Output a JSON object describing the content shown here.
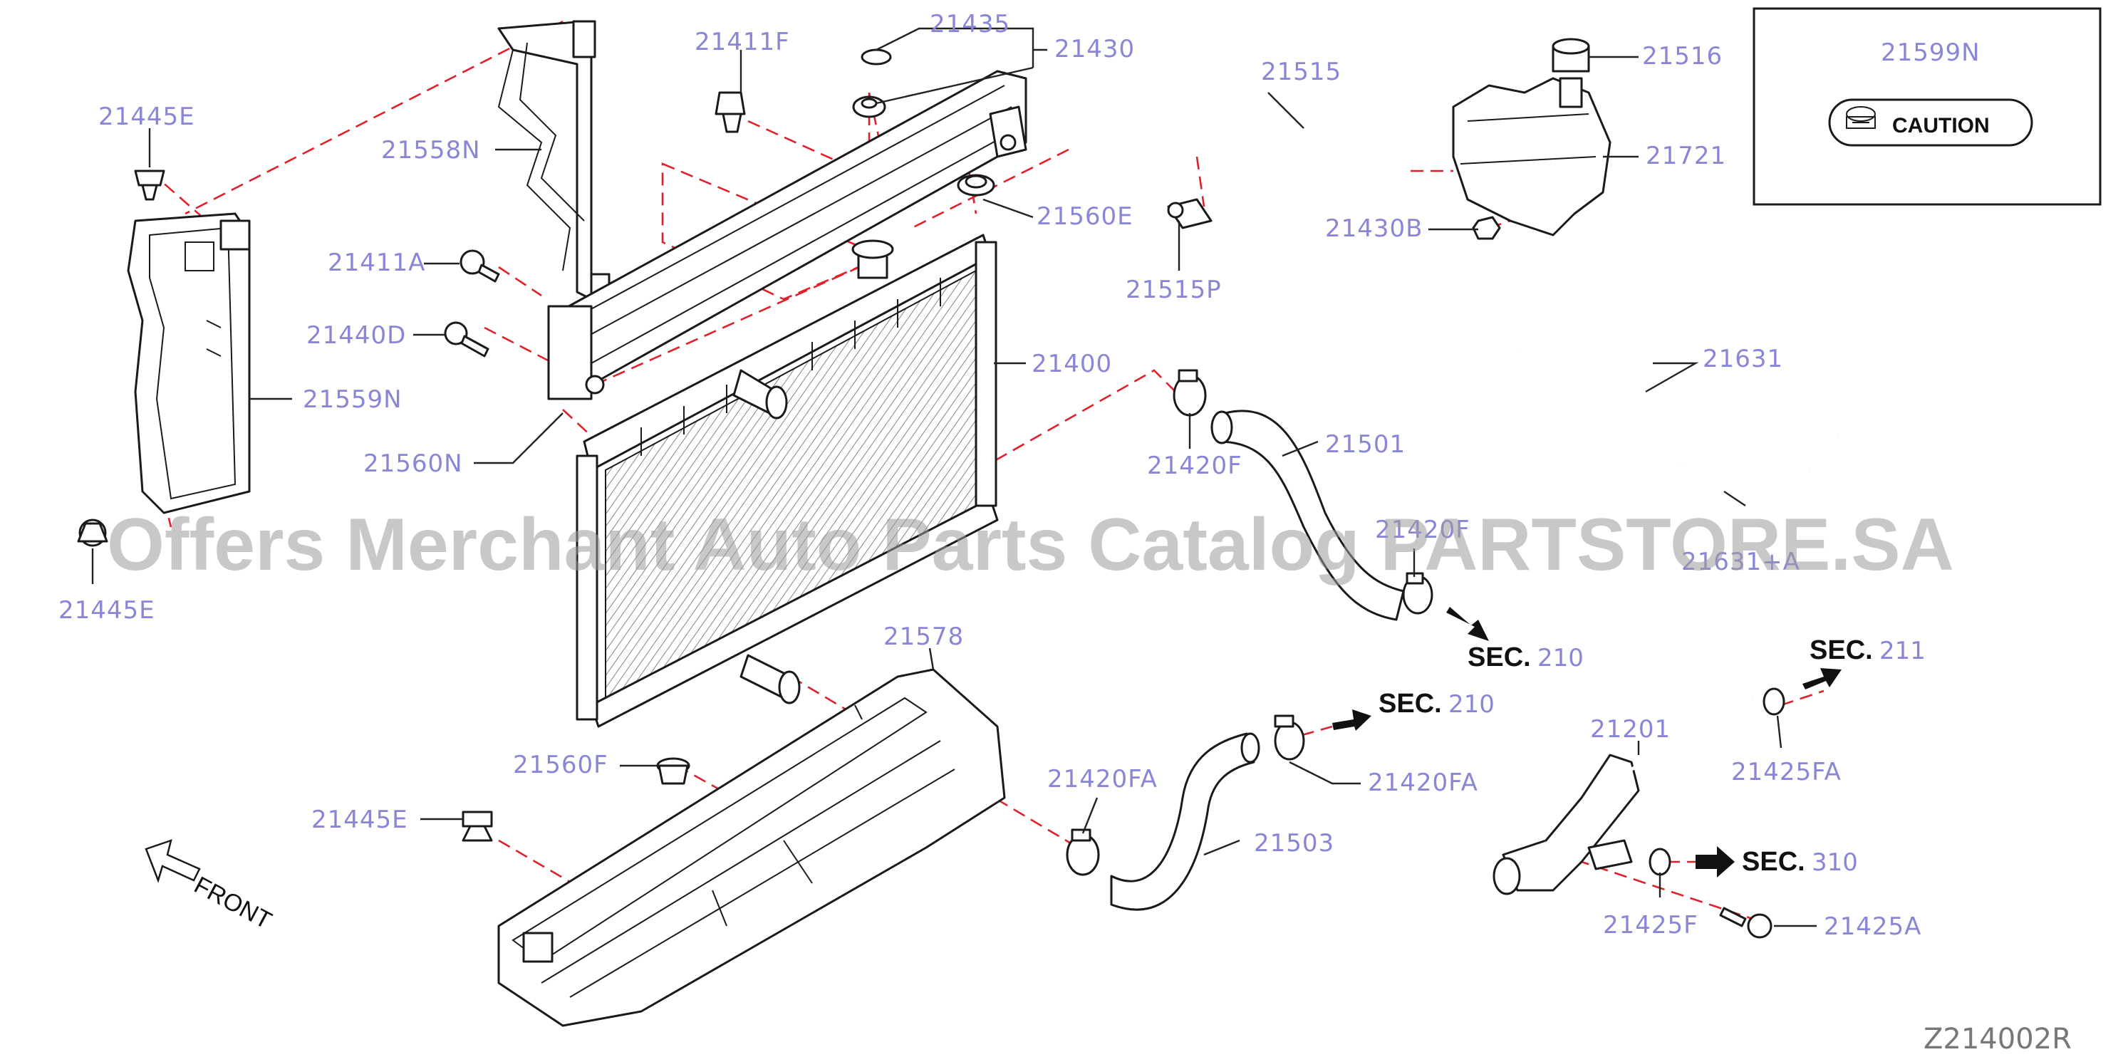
{
  "labels": {
    "p21445E_top": "21445E",
    "p21558N": "21558N",
    "p21411F": "21411F",
    "p21435": "21435",
    "p21430": "21430",
    "p21515": "21515",
    "p21516": "21516",
    "p21599N": "21599N",
    "p21721": "21721",
    "p21560E": "21560E",
    "p21430B": "21430B",
    "p21515P": "21515P",
    "p21411A": "21411A",
    "p21440D": "21440D",
    "p21400": "21400",
    "p21559N": "21559N",
    "p21631": "21631",
    "p21560N": "21560N",
    "p21420F_a": "21420F",
    "p21501": "21501",
    "p21420F_b": "21420F",
    "p21631A": "21631+A",
    "p21445E_mid": "21445E",
    "p21578": "21578",
    "p21201": "21201",
    "p21560F": "21560F",
    "p21420FA_a": "21420FA",
    "p21420FA_b": "21420FA",
    "p21425FA": "21425FA",
    "p21445E_bot": "21445E",
    "p21503": "21503",
    "p21425F": "21425F",
    "p21425A": "21425A"
  },
  "sections": {
    "sec1_word": "SEC.",
    "sec1_num": "210",
    "sec2_word": "SEC.",
    "sec2_num": "210",
    "sec3_word": "SEC.",
    "sec3_num": "211",
    "sec4_word": "SEC.",
    "sec4_num": "310"
  },
  "caution_label": "CAUTION",
  "front_label": "FRONT",
  "watermark": "Offers Merchant Auto Parts Catalog PARTSTORE.SA",
  "diagram_code": "Z214002R",
  "colors": {
    "label": "#8a86d6",
    "dash": "#e0202a",
    "line": "#1a1a1a"
  }
}
